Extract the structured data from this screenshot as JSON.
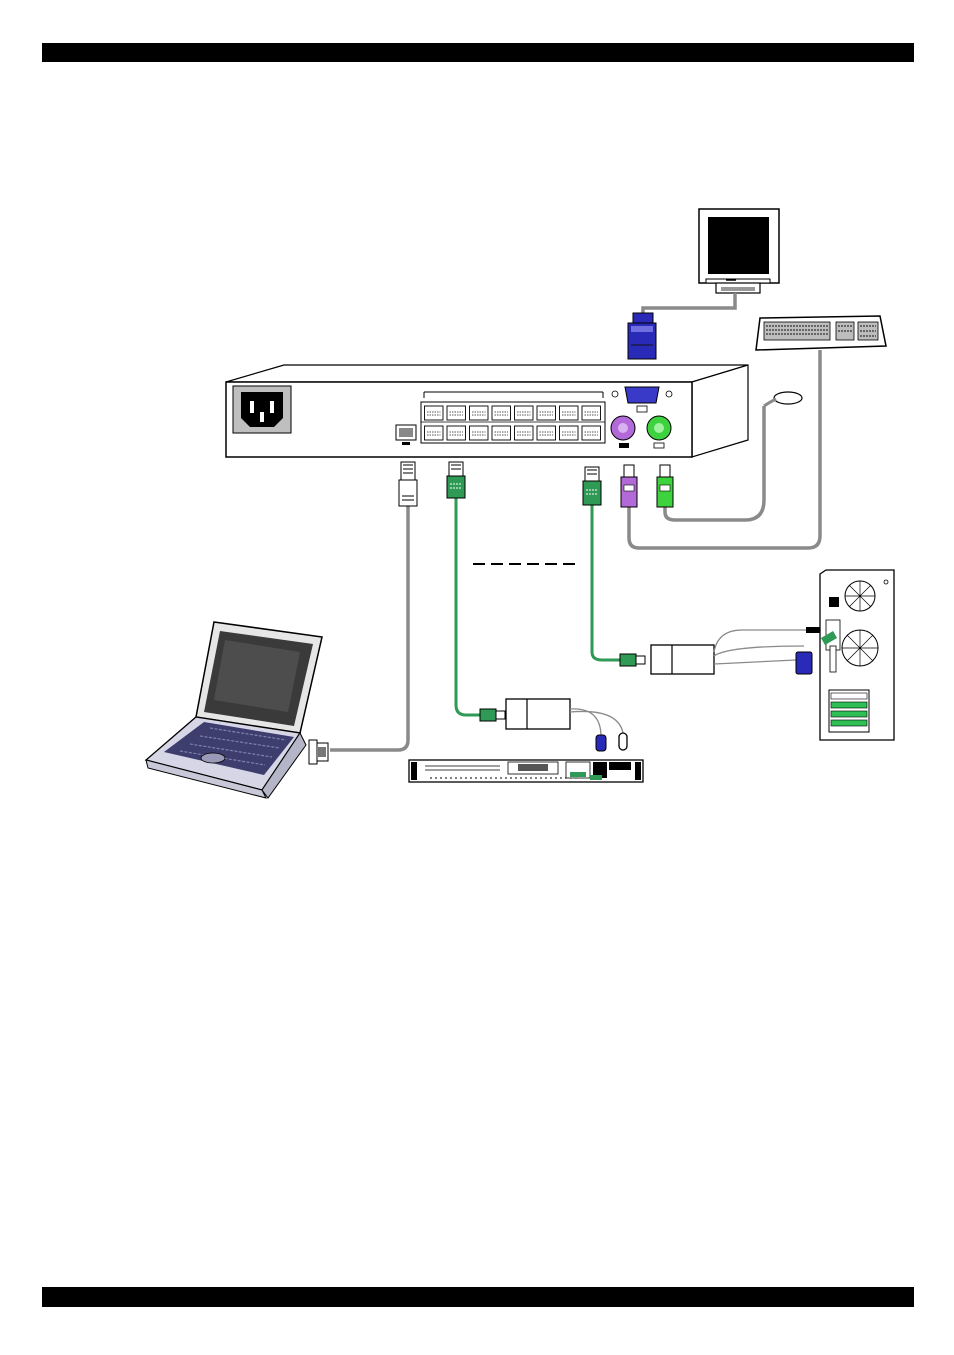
{
  "header": {
    "bar_color": "#000000"
  },
  "footer": {
    "bar_color": "#000000"
  },
  "colors": {
    "cable_gray": "#8a8a8a",
    "cable_green": "#2f9a55",
    "vga_blue": "#2a2ab8",
    "ps2_purple": "#b36ad9",
    "ps2_green": "#3ed33e"
  },
  "diagram": {
    "components": [
      {
        "id": "kvm-switch",
        "icon": "kvm-switch-icon"
      },
      {
        "id": "power-inlet",
        "icon": "power-socket-icon"
      },
      {
        "id": "rj45-ports",
        "icon": "rj45-port-icon",
        "count": 16
      },
      {
        "id": "console-monitor",
        "icon": "monitor-icon"
      },
      {
        "id": "console-keyboard",
        "icon": "keyboard-icon"
      },
      {
        "id": "console-mouse",
        "icon": "mouse-icon"
      },
      {
        "id": "laptop",
        "icon": "laptop-icon"
      },
      {
        "id": "rack-server",
        "icon": "rack-server-icon"
      },
      {
        "id": "tower-pc",
        "icon": "tower-pc-icon"
      },
      {
        "id": "server-adapter-1",
        "icon": "adapter-dongle-icon"
      },
      {
        "id": "server-adapter-2",
        "icon": "adapter-dongle-icon"
      }
    ]
  }
}
